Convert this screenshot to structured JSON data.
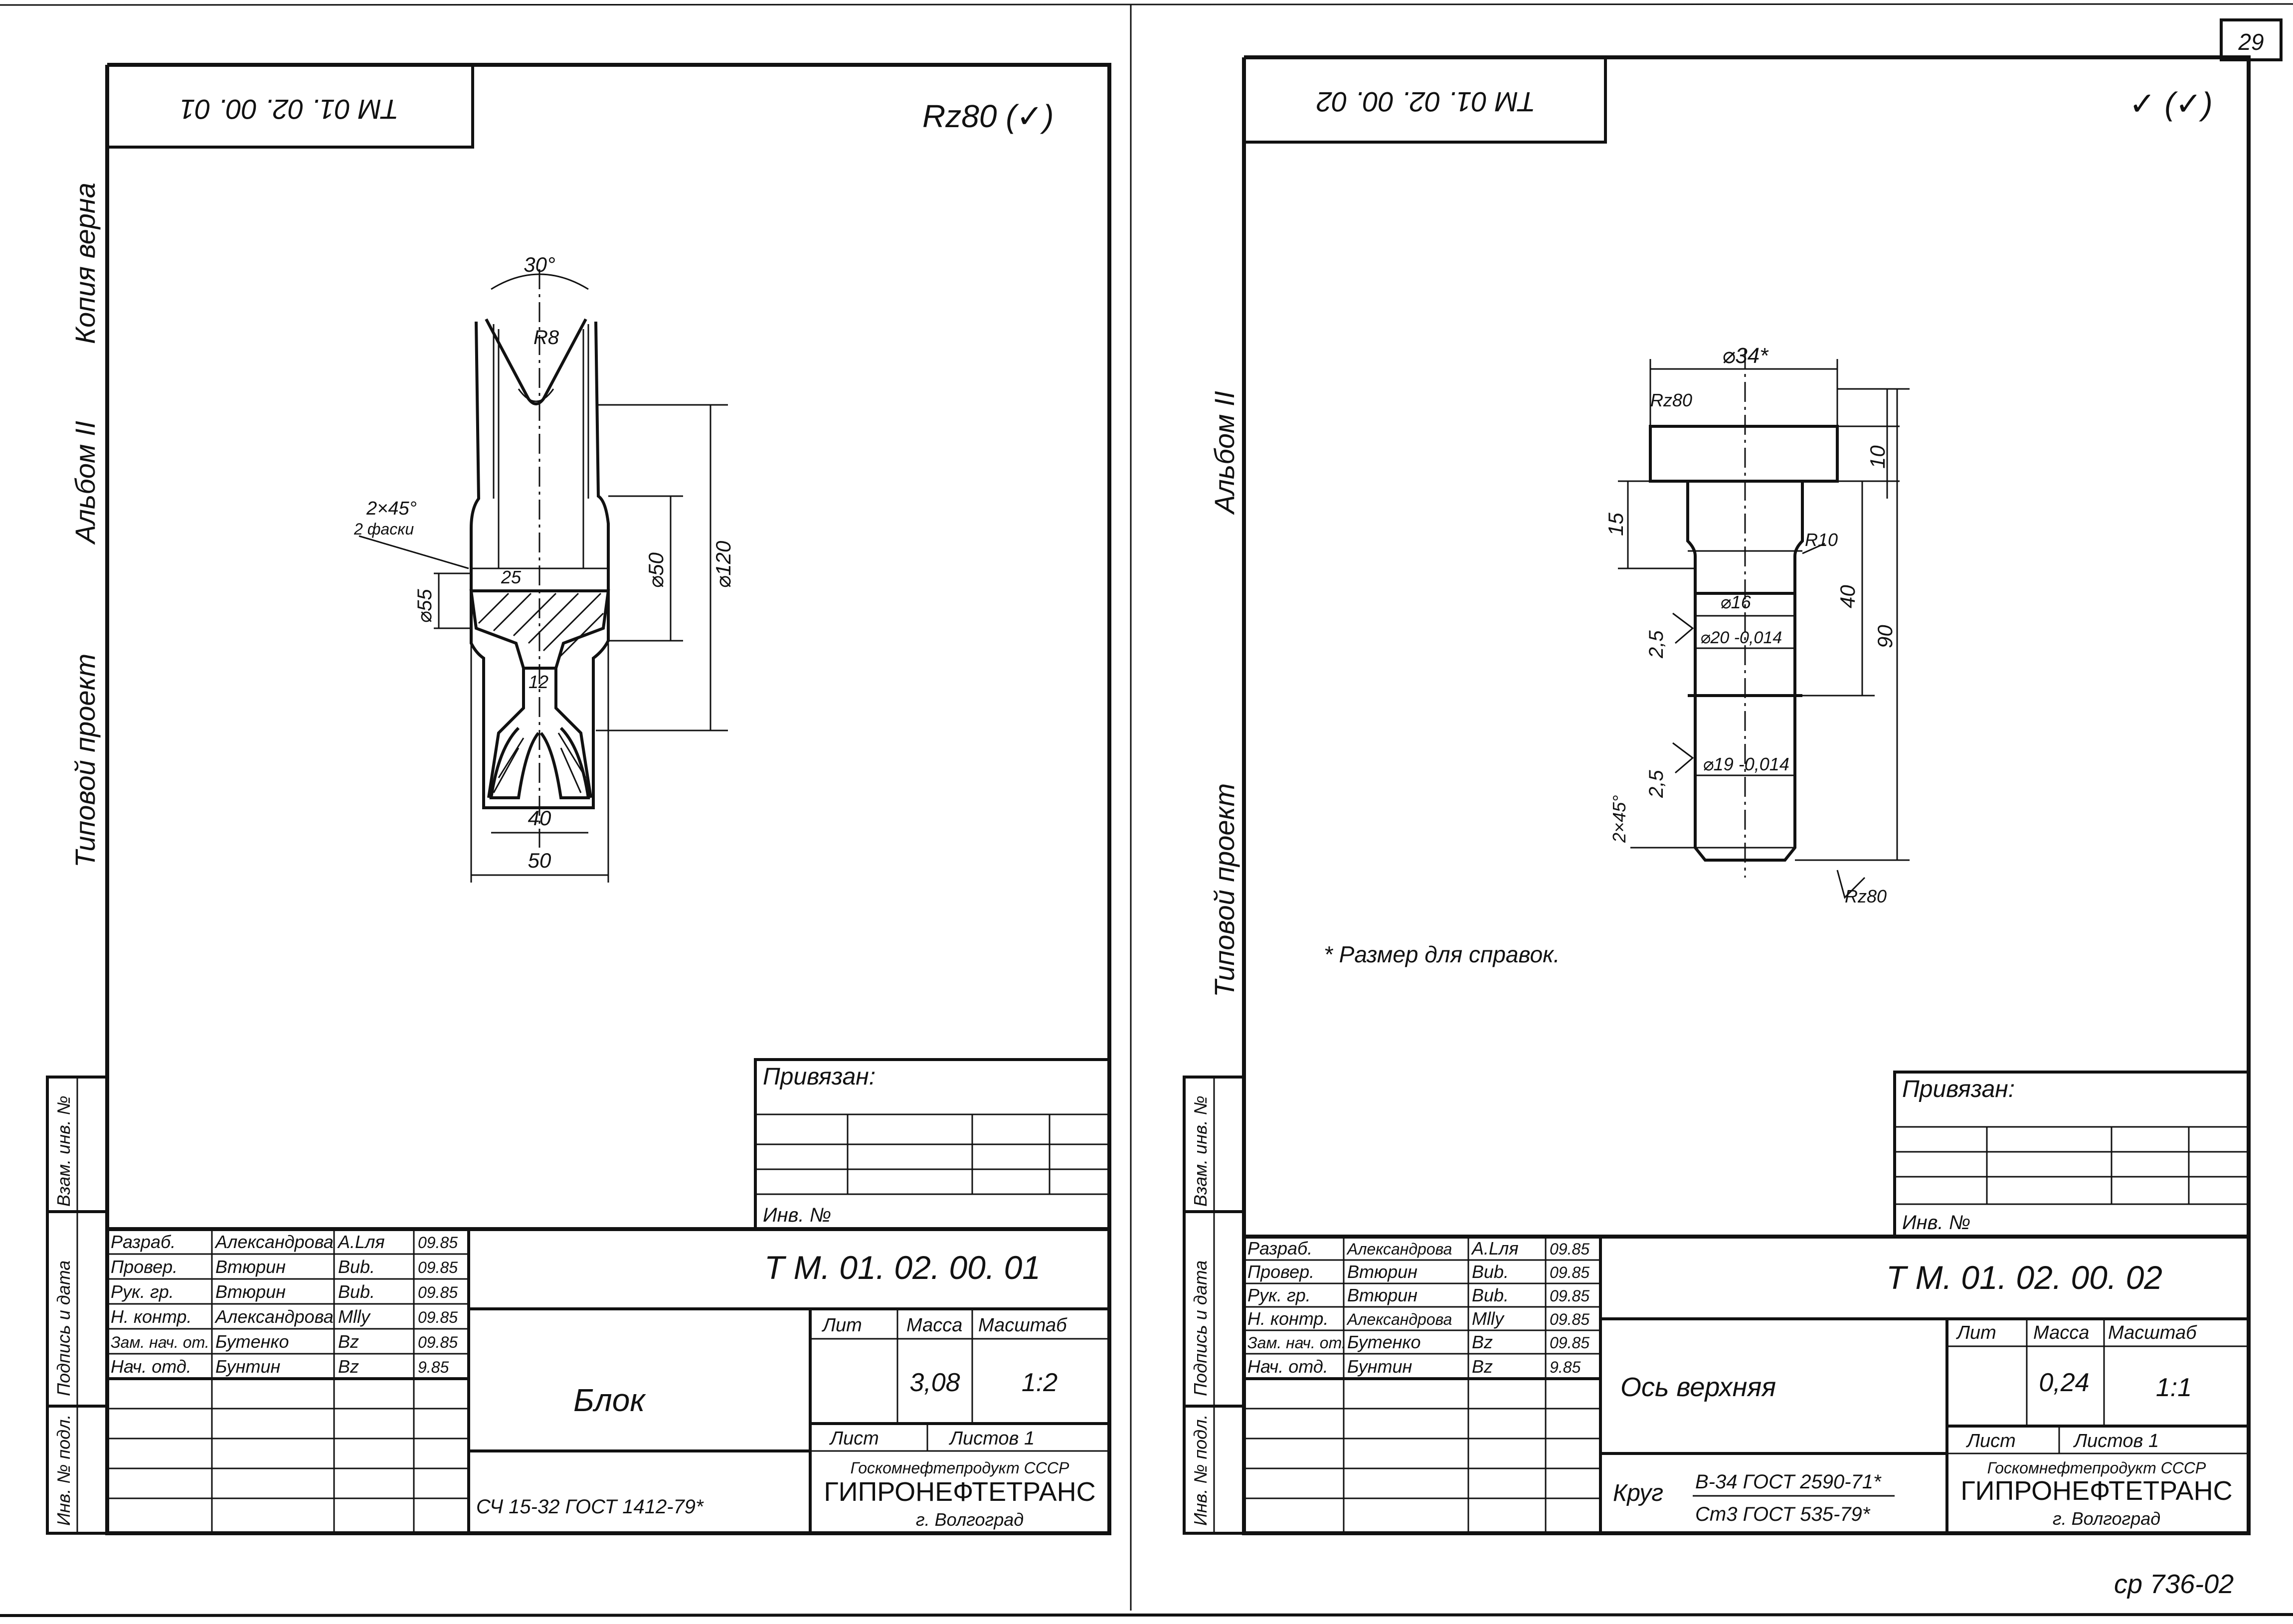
{
  "page_number": "29",
  "bottom_code": "ср 736-02",
  "common": {
    "album_side": "Альбом II",
    "typical_project": "Типовой проект",
    "copy_true": "Копия верна",
    "linked_label": "Привязан:",
    "inv_label": "Инв. №",
    "left_column_labels": [
      "Взам. инв. №",
      "Подпись и дата",
      "Инв. № подл."
    ],
    "lit_label": "Лит",
    "mass_label": "Масса",
    "scale_label": "Масштаб",
    "sheet_label": "Лист",
    "sheets_label": "Листов 1",
    "org_top": "Госкомнефтепродукт СССР",
    "org_main": "ГИПРОНЕФТЕТРАНС",
    "org_city": "г. Волгоград"
  },
  "left_sheet": {
    "code_stamp": "ТМ 01. 02. 00. 01",
    "roughness": "Rz80 (✓)",
    "title_code": "Т М. 01. 02. 00. 01",
    "part_name": "Блок",
    "mass": "3,08",
    "scale": "1:2",
    "material": "СЧ 15-32 ГОСТ 1412-79*",
    "dims": {
      "angle": "30°",
      "r8": "R8",
      "chamfer": "2×45°",
      "chamfer_note": "2 фаски",
      "d25": "25",
      "d55": "⌀55",
      "d50": "⌀50",
      "d120": "⌀120",
      "d12": "12",
      "w40": "40",
      "w50": "50"
    },
    "staff": [
      {
        "role": "Разраб.",
        "name": "Александрова",
        "sign": "A.Lля",
        "date": "09.85"
      },
      {
        "role": "Провер.",
        "name": "Втюрин",
        "sign": "Bub.",
        "date": "09.85"
      },
      {
        "role": "Рук. гр.",
        "name": "Втюрин",
        "sign": "Bub.",
        "date": "09.85"
      },
      {
        "role": "Н. контр.",
        "name": "Александрова",
        "sign": "Mlly",
        "date": "09.85"
      },
      {
        "role": "Зам. нач. от.",
        "name": "Бутенко",
        "sign": "Bz",
        "date": "09.85"
      },
      {
        "role": "Нач. отд.",
        "name": "Бунтин",
        "sign": "Bz",
        "date": "9.85"
      }
    ]
  },
  "right_sheet": {
    "code_stamp": "ТМ 01. 02. 00. 02",
    "roughness": "✓ (✓)",
    "title_code": "Т М. 01. 02. 00. 02",
    "part_name": "Ось верхняя",
    "mass": "0,24",
    "scale": "1:1",
    "material_prefix": "Круг",
    "material_top": "В-34 ГОСТ 2590-71*",
    "material_bottom": "Ст3 ГОСТ 535-79*",
    "note": "* Размер для справок.",
    "dims": {
      "d34": "⌀34*",
      "rz80_top": "Rz80",
      "h10": "10",
      "h15": "15",
      "r10": "R10",
      "d16": "⌀16",
      "d20": "⌀20 -0,014",
      "h40": "40",
      "h90": "90",
      "ra25a": "2,5",
      "ra25b": "2,5",
      "d19": "⌀19 -0,014",
      "chamfer": "2×45°",
      "rz80_bottom": "Rz80"
    },
    "staff": [
      {
        "role": "Разраб.",
        "name": "Александрова",
        "sign": "A.Lля",
        "date": "09.85"
      },
      {
        "role": "Провер.",
        "name": "Втюрин",
        "sign": "Bub.",
        "date": "09.85"
      },
      {
        "role": "Рук. гр.",
        "name": "Втюрин",
        "sign": "Bub.",
        "date": "09.85"
      },
      {
        "role": "Н. контр.",
        "name": "Александрова",
        "sign": "Mlly",
        "date": "09.85"
      },
      {
        "role": "Зам. нач. от.",
        "name": "Бутенко",
        "sign": "Bz",
        "date": "09.85"
      },
      {
        "role": "Нач. отд.",
        "name": "Бунтин",
        "sign": "Bz",
        "date": "9.85"
      }
    ]
  }
}
